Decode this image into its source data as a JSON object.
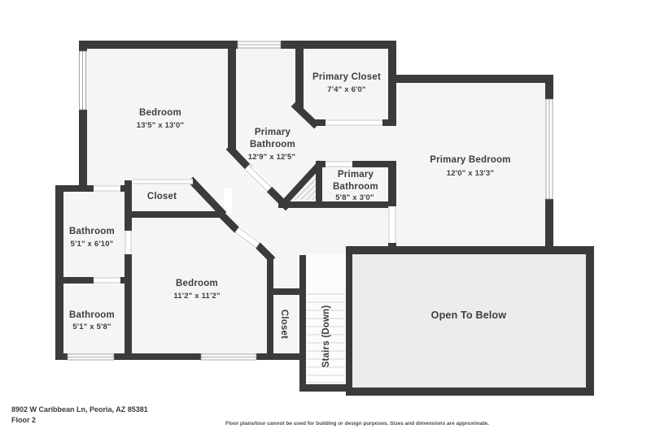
{
  "floorplan": {
    "rooms": {
      "bedroom1": {
        "line1": "Bedroom",
        "dims": "13'5\" x 13'0\""
      },
      "primary_closet": {
        "line1": "Primary Closet",
        "dims": "7'4\" x 6'0\""
      },
      "primary_bathroom": {
        "line1": "Primary",
        "line2": "Bathroom",
        "dims": "12'9\" x 12'5\""
      },
      "primary_bedroom": {
        "line1": "Primary Bedroom",
        "dims": "12'0\" x 13'3\""
      },
      "primary_bathroom_small": {
        "line1": "Primary",
        "line2": "Bathroom",
        "dims": "5'8\" x 3'0\""
      },
      "closet_upper": {
        "line1": "Closet"
      },
      "bathroom_upper": {
        "line1": "Bathroom",
        "dims": "5'1\" x 6'10\""
      },
      "bathroom_lower": {
        "line1": "Bathroom",
        "dims": "5'1\" x 5'8\""
      },
      "bedroom2": {
        "line1": "Bedroom",
        "dims": "11'2\" x 11'2\""
      },
      "closet_stairs": {
        "line1": "Closet"
      },
      "stairs": {
        "line1": "Stairs (Down)"
      },
      "open_below": {
        "line1": "Open To Below"
      }
    },
    "colors": {
      "wall": "#3b3b3e",
      "floor": "#f5f5f6",
      "stairs_floor": "#fcfcfc",
      "open_to_below_floor": "#ececee",
      "label_text": "#3e3e40",
      "tread_line": "#d6d6d6",
      "door_jamb_line": "#c6c6c6",
      "window_frame": "#8f8f8f"
    }
  },
  "footer": {
    "address": "8902 W Caribbean Ln, Peoria, AZ 85381",
    "floor_label": "Floor 2",
    "disclaimer": "Floor plans/tour cannot be used for building or design purposes. Sizes and dimensions are approximate."
  }
}
